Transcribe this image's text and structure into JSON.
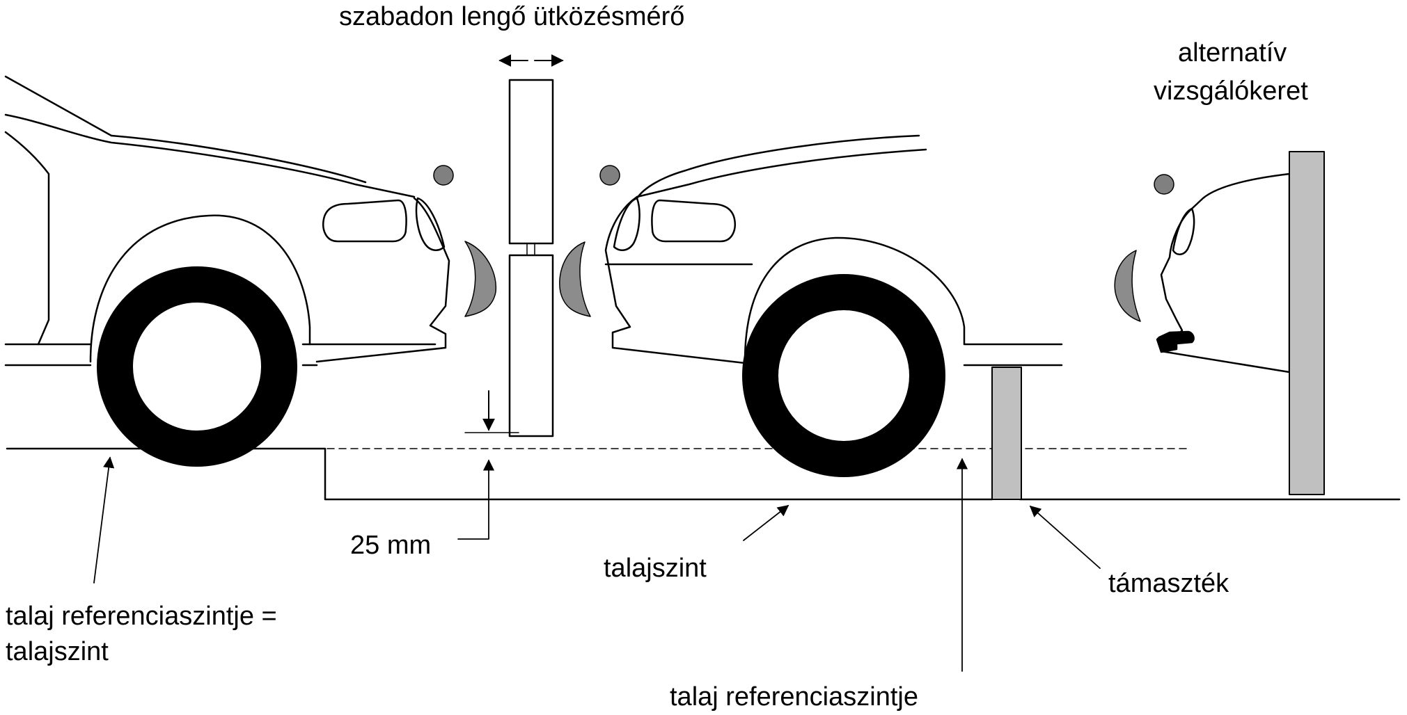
{
  "labels": {
    "pendulum": "szabadon lengő ütközésmérő",
    "alt_frame_line1": "alternatív",
    "alt_frame_line2": "vizsgálókeret",
    "offset": "25 mm",
    "ground": "talajszint",
    "support": "támaszték",
    "ref_equals_ground_line1": "talaj referenciaszintje =",
    "ref_equals_ground_line2": "talajszint",
    "ref_level": "talaj referenciaszintje"
  },
  "colors": {
    "line": "#000000",
    "tire": "#000000",
    "marker": "#808080",
    "bumper": "#8c8c8c",
    "support": "#c0c0c0"
  },
  "icons": {
    "double_arrow": "left-right-arrow-icon",
    "down_arrow": "down-arrow-icon",
    "up_arrow": "up-arrow-icon"
  }
}
